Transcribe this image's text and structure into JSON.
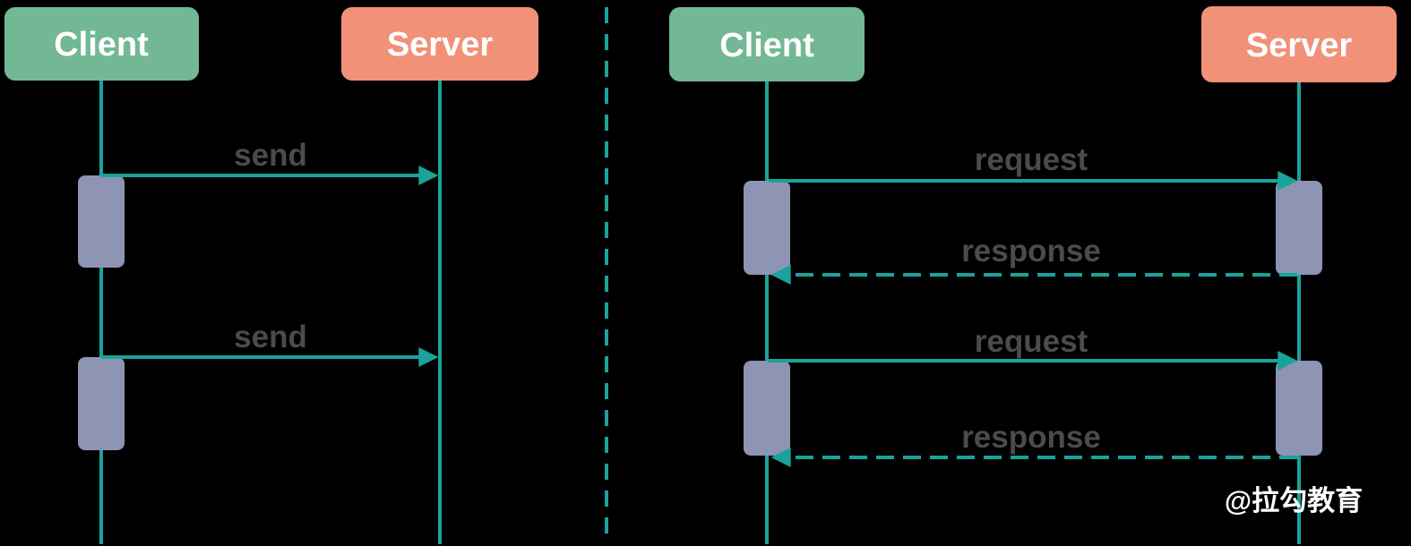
{
  "left_diagram": {
    "client_label": "Client",
    "server_label": "Server",
    "messages": {
      "send1": "send",
      "send2": "send"
    }
  },
  "right_diagram": {
    "client_label": "Client",
    "server_label": "Server",
    "messages": {
      "request1": "request",
      "response1": "response",
      "request2": "request",
      "response2": "response"
    }
  },
  "watermark": "@拉勾教育",
  "colors": {
    "background": "#000000",
    "participant_box": "#72B894",
    "participant_box_server": "#F09178",
    "activation_bar": "#8E94B4",
    "line_teal": "#1AA39A",
    "message_label_gray": "#4B4B4E",
    "label_text": "#FFFFFF"
  }
}
